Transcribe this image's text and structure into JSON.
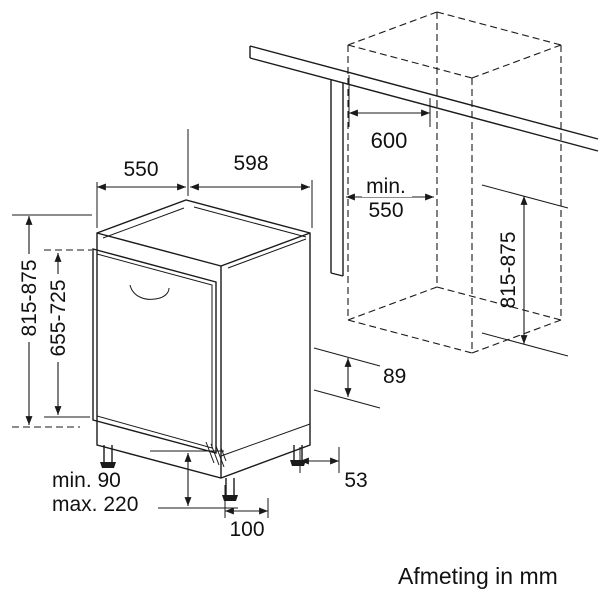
{
  "labels": {
    "depth_top": "550",
    "width_top": "598",
    "counter_depth": "600",
    "niche_min_prefix": "min.",
    "niche_depth": "550",
    "appliance_height": "815-875",
    "door_panel_height": "655-725",
    "niche_height": "815-875",
    "rear_base_height": "89",
    "rear_base_offset": "53",
    "plinth_min": "min. 90",
    "plinth_max": "max. 220",
    "toe_kick_depth": "100",
    "caption": "Afmeting in mm"
  },
  "colors": {
    "line": "#1a1a1a",
    "background": "#ffffff"
  }
}
